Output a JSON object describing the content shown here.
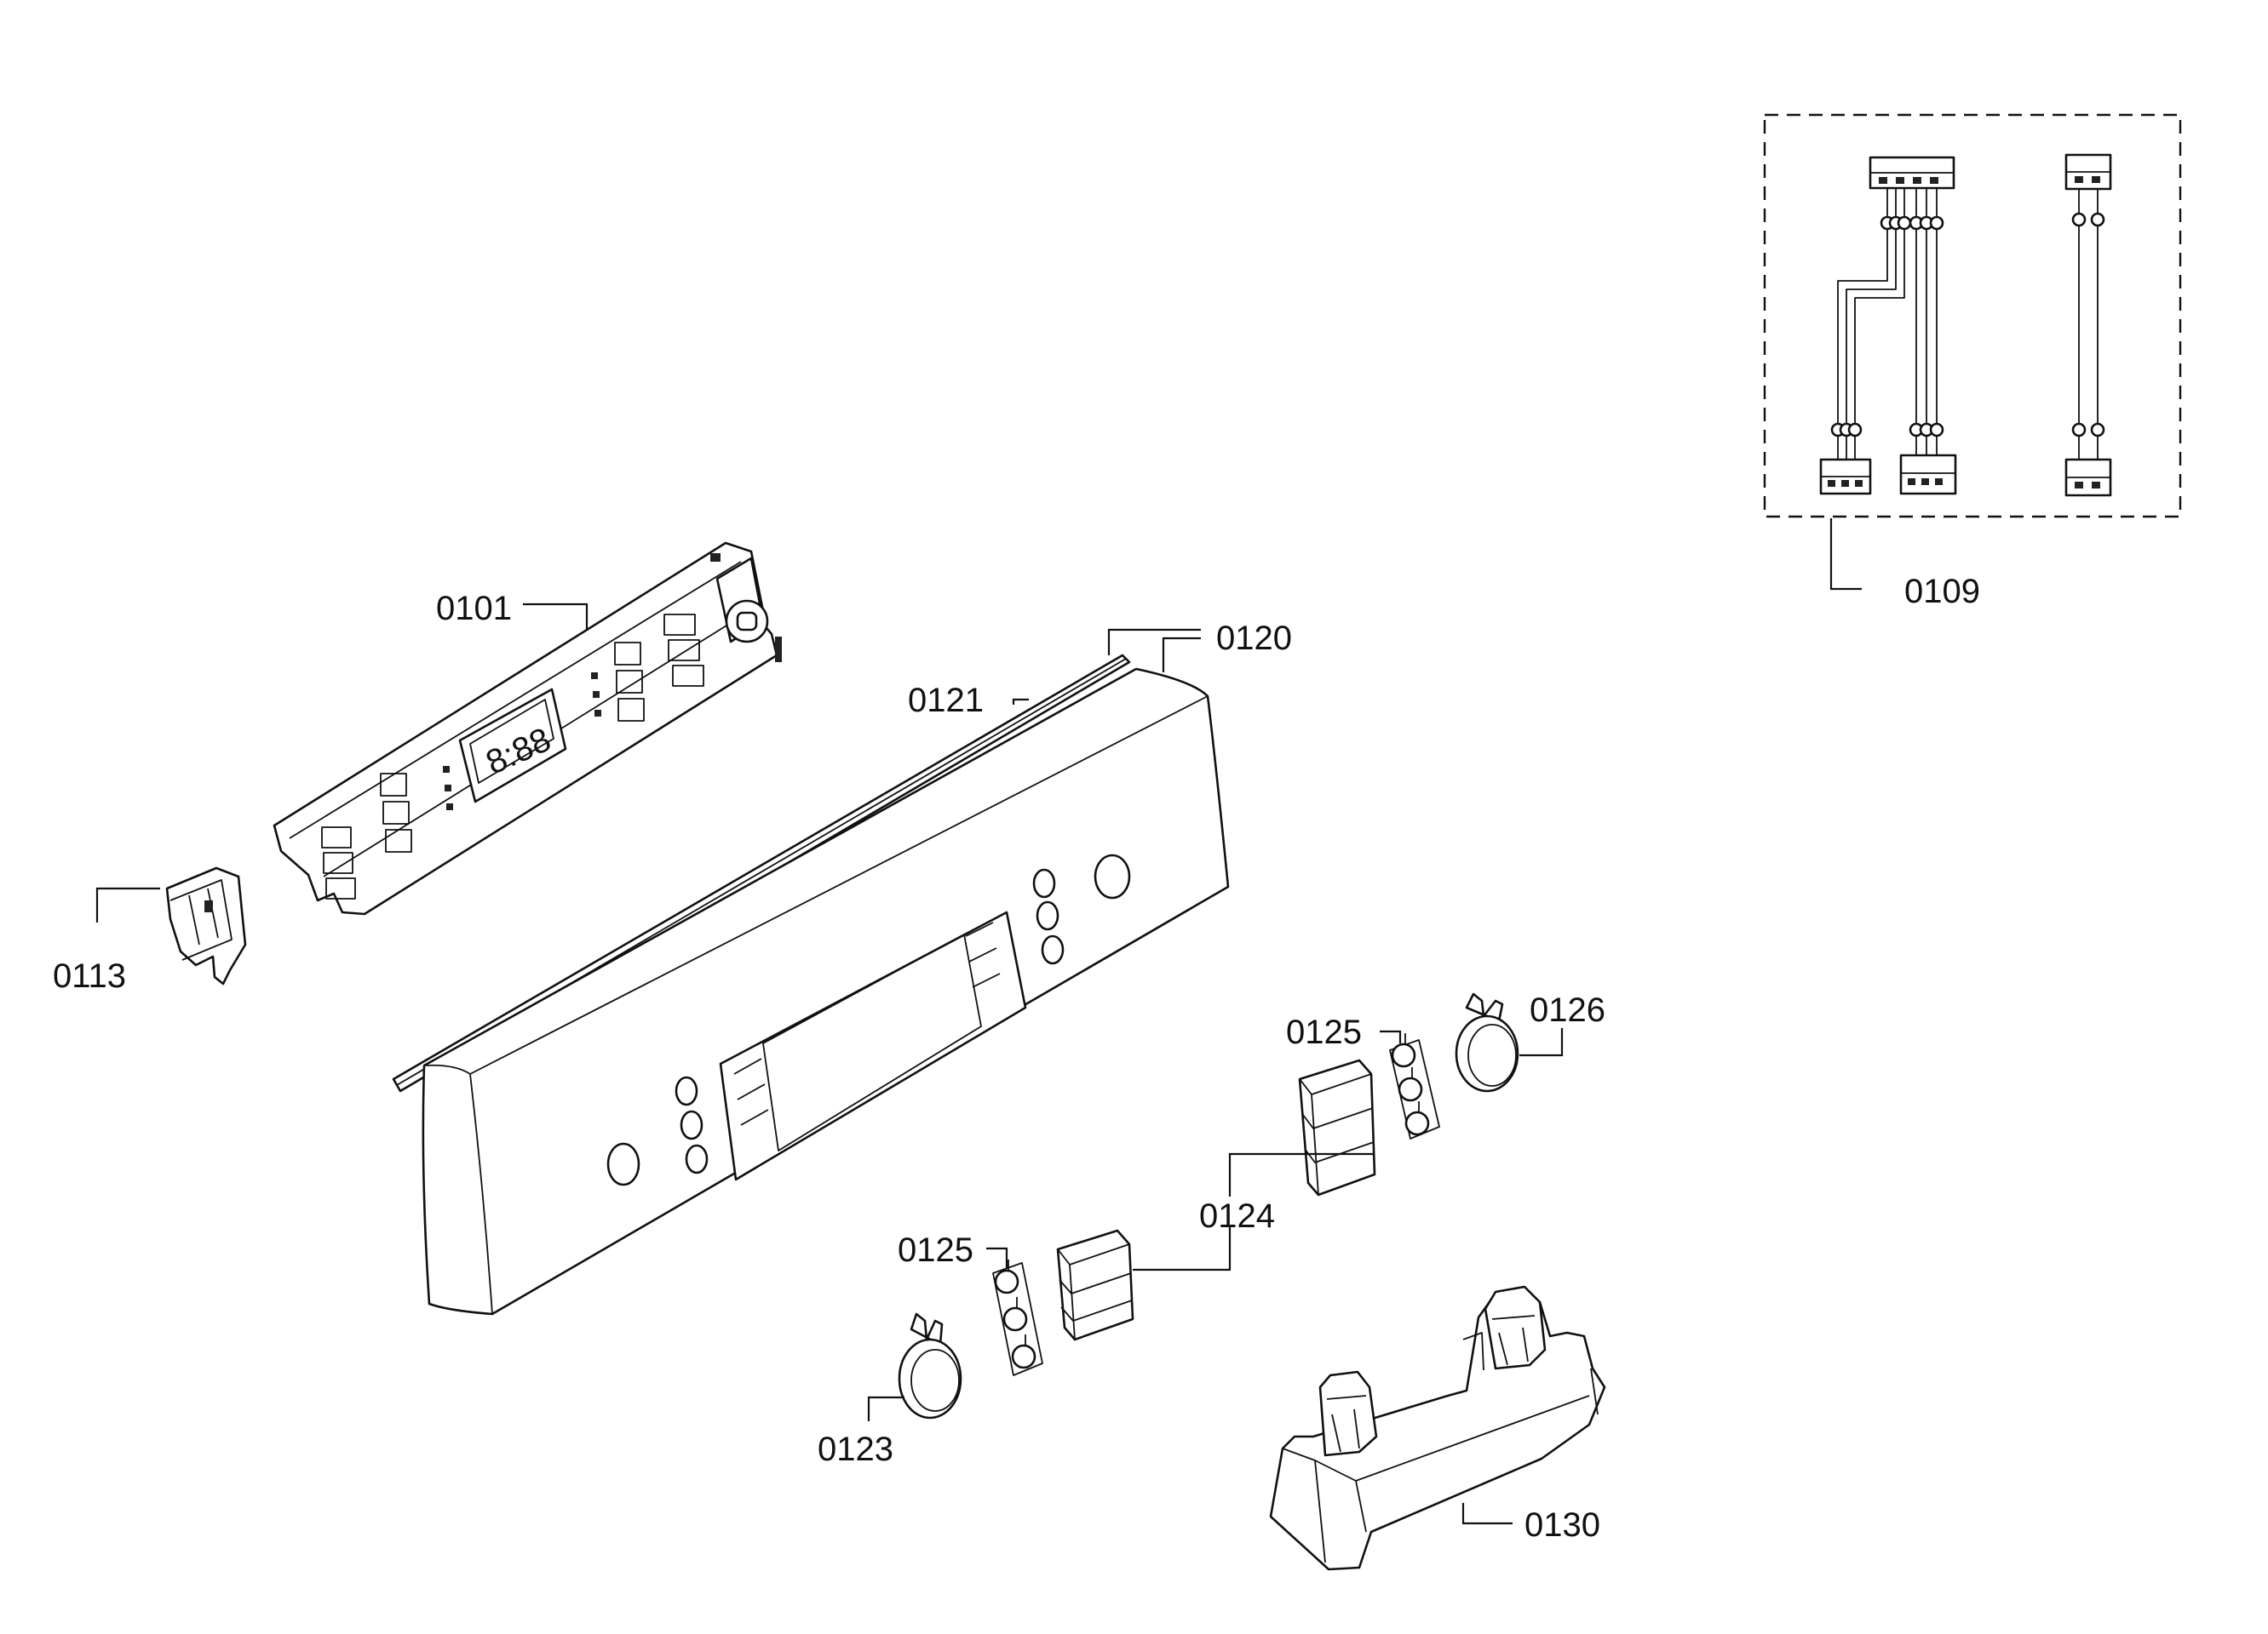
{
  "diagram": {
    "callouts": [
      {
        "id": "p0101",
        "label": "0101"
      },
      {
        "id": "p0109",
        "label": "0109"
      },
      {
        "id": "p0113",
        "label": "0113"
      },
      {
        "id": "p0120",
        "label": "0120"
      },
      {
        "id": "p0121",
        "label": "0121"
      },
      {
        "id": "p0123",
        "label": "0123"
      },
      {
        "id": "p0124",
        "label": "0124"
      },
      {
        "id": "p0125a",
        "label": "0125"
      },
      {
        "id": "p0125b",
        "label": "0125"
      },
      {
        "id": "p0126",
        "label": "0126"
      },
      {
        "id": "p0130",
        "label": "0130"
      }
    ],
    "display_digits": "8:88"
  }
}
